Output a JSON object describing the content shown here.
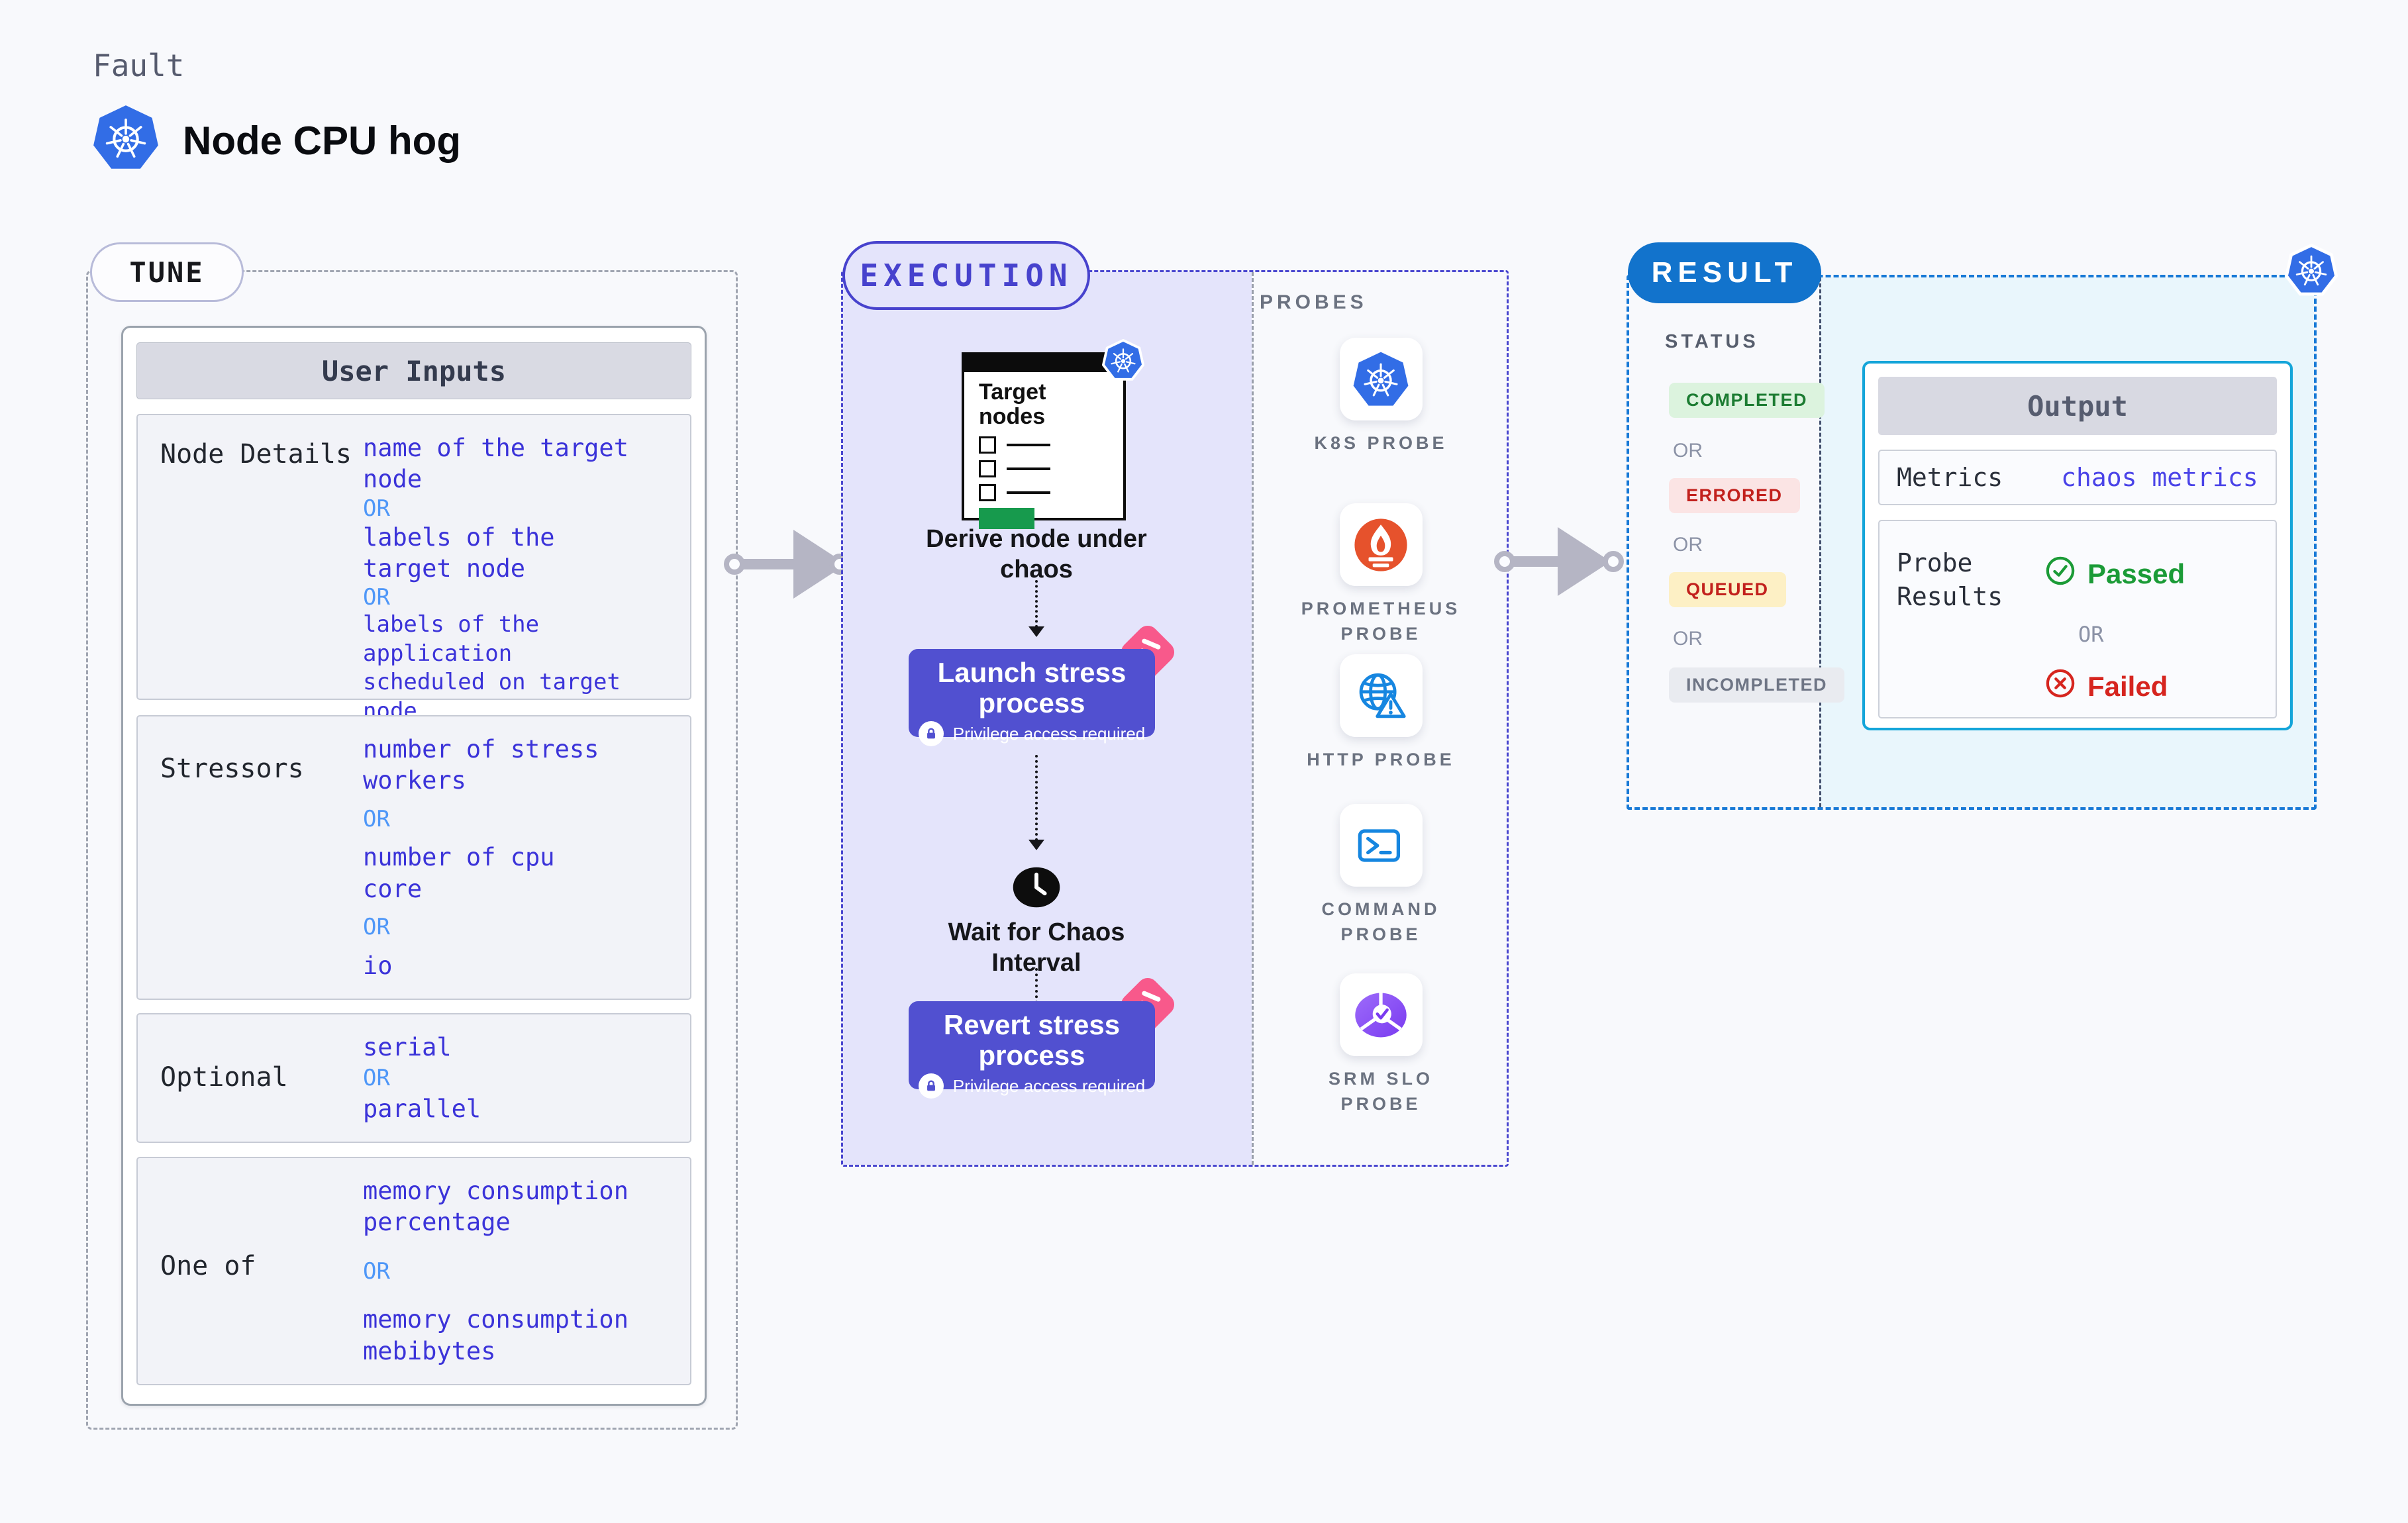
{
  "header": {
    "eyebrow": "Fault",
    "title": "Node CPU hog"
  },
  "tune": {
    "badge": "TUNE",
    "table_title": "User Inputs",
    "or": "OR",
    "rows": [
      {
        "label": "Node Details",
        "v1": "name of the target\nnode",
        "v2": "labels of the\ntarget node",
        "v3": "labels of the application\n scheduled on target node"
      },
      {
        "label": "Stressors",
        "v1": "number of stress\nworkers",
        "v2": "number of cpu\ncore",
        "v3": "io"
      },
      {
        "label": "Optional",
        "v1": "serial",
        "v2": "parallel"
      },
      {
        "label": "One of",
        "v1": "memory consumption\npercentage",
        "v2": "memory consumption\nmebibytes"
      }
    ]
  },
  "execution": {
    "badge": "EXECUTION",
    "target_card_title": "Target nodes",
    "derive_label": "Derive node under\nchaos",
    "launch_title": "Launch stress\nprocess",
    "wait_label": "Wait for Chaos\nInterval",
    "revert_title": "Revert stress\nprocess",
    "privilege_note": "Privilege access required",
    "probes_title": "PROBES",
    "probes": [
      {
        "label": "K8S PROBE"
      },
      {
        "label": "PROMETHEUS\nPROBE"
      },
      {
        "label": "HTTP PROBE"
      },
      {
        "label": "COMMAND\nPROBE"
      },
      {
        "label": "SRM SLO\nPROBE"
      }
    ]
  },
  "result": {
    "badge": "RESULT",
    "status_title": "STATUS",
    "or": "OR",
    "statuses": [
      {
        "label": "COMPLETED"
      },
      {
        "label": "ERRORED"
      },
      {
        "label": "QUEUED"
      },
      {
        "label": "INCOMPLETED"
      }
    ],
    "output": {
      "title": "Output",
      "metrics_label": "Metrics",
      "metrics_value": "chaos metrics",
      "probe_results_label": "Probe\nResults",
      "passed": "Passed",
      "failed": "Failed"
    }
  },
  "colors": {
    "value_indigo": "#3b33d9",
    "or_blue": "#4f97f8",
    "execution_indigo": "#4742cd",
    "button_indigo": "#5150d0",
    "pink_accent": "#f8598b",
    "kubernetes_blue": "#326de6",
    "prometheus_orange": "#e6522c",
    "probe_icon_blue": "#1686e0",
    "srm_purple": "#7a3bf0",
    "result_blue": "#1273cc",
    "output_border_cyan": "#14a5d9",
    "completed_green": "#1c7c32",
    "errored_red": "#c2211d",
    "queued_yellow_bg": "#fdf0c5",
    "passed_green": "#1b9b37",
    "failed_red": "#d6251f"
  }
}
